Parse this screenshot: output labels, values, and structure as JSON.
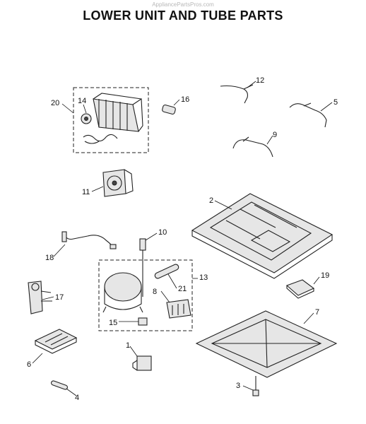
{
  "watermark": "AppliancePartsPros.com",
  "title": "LOWER UNIT AND TUBE PARTS",
  "callouts": {
    "c1": "1",
    "c2": "2",
    "c3": "3",
    "c4": "4",
    "c5": "5",
    "c6": "6",
    "c7": "7",
    "c8": "8",
    "c9": "9",
    "c10": "10",
    "c11": "11",
    "c12": "12",
    "c13": "13",
    "c14": "14",
    "c15": "15",
    "c16": "16",
    "c17": "17",
    "c18": "18",
    "c19": "19",
    "c20": "20",
    "c21": "21"
  }
}
